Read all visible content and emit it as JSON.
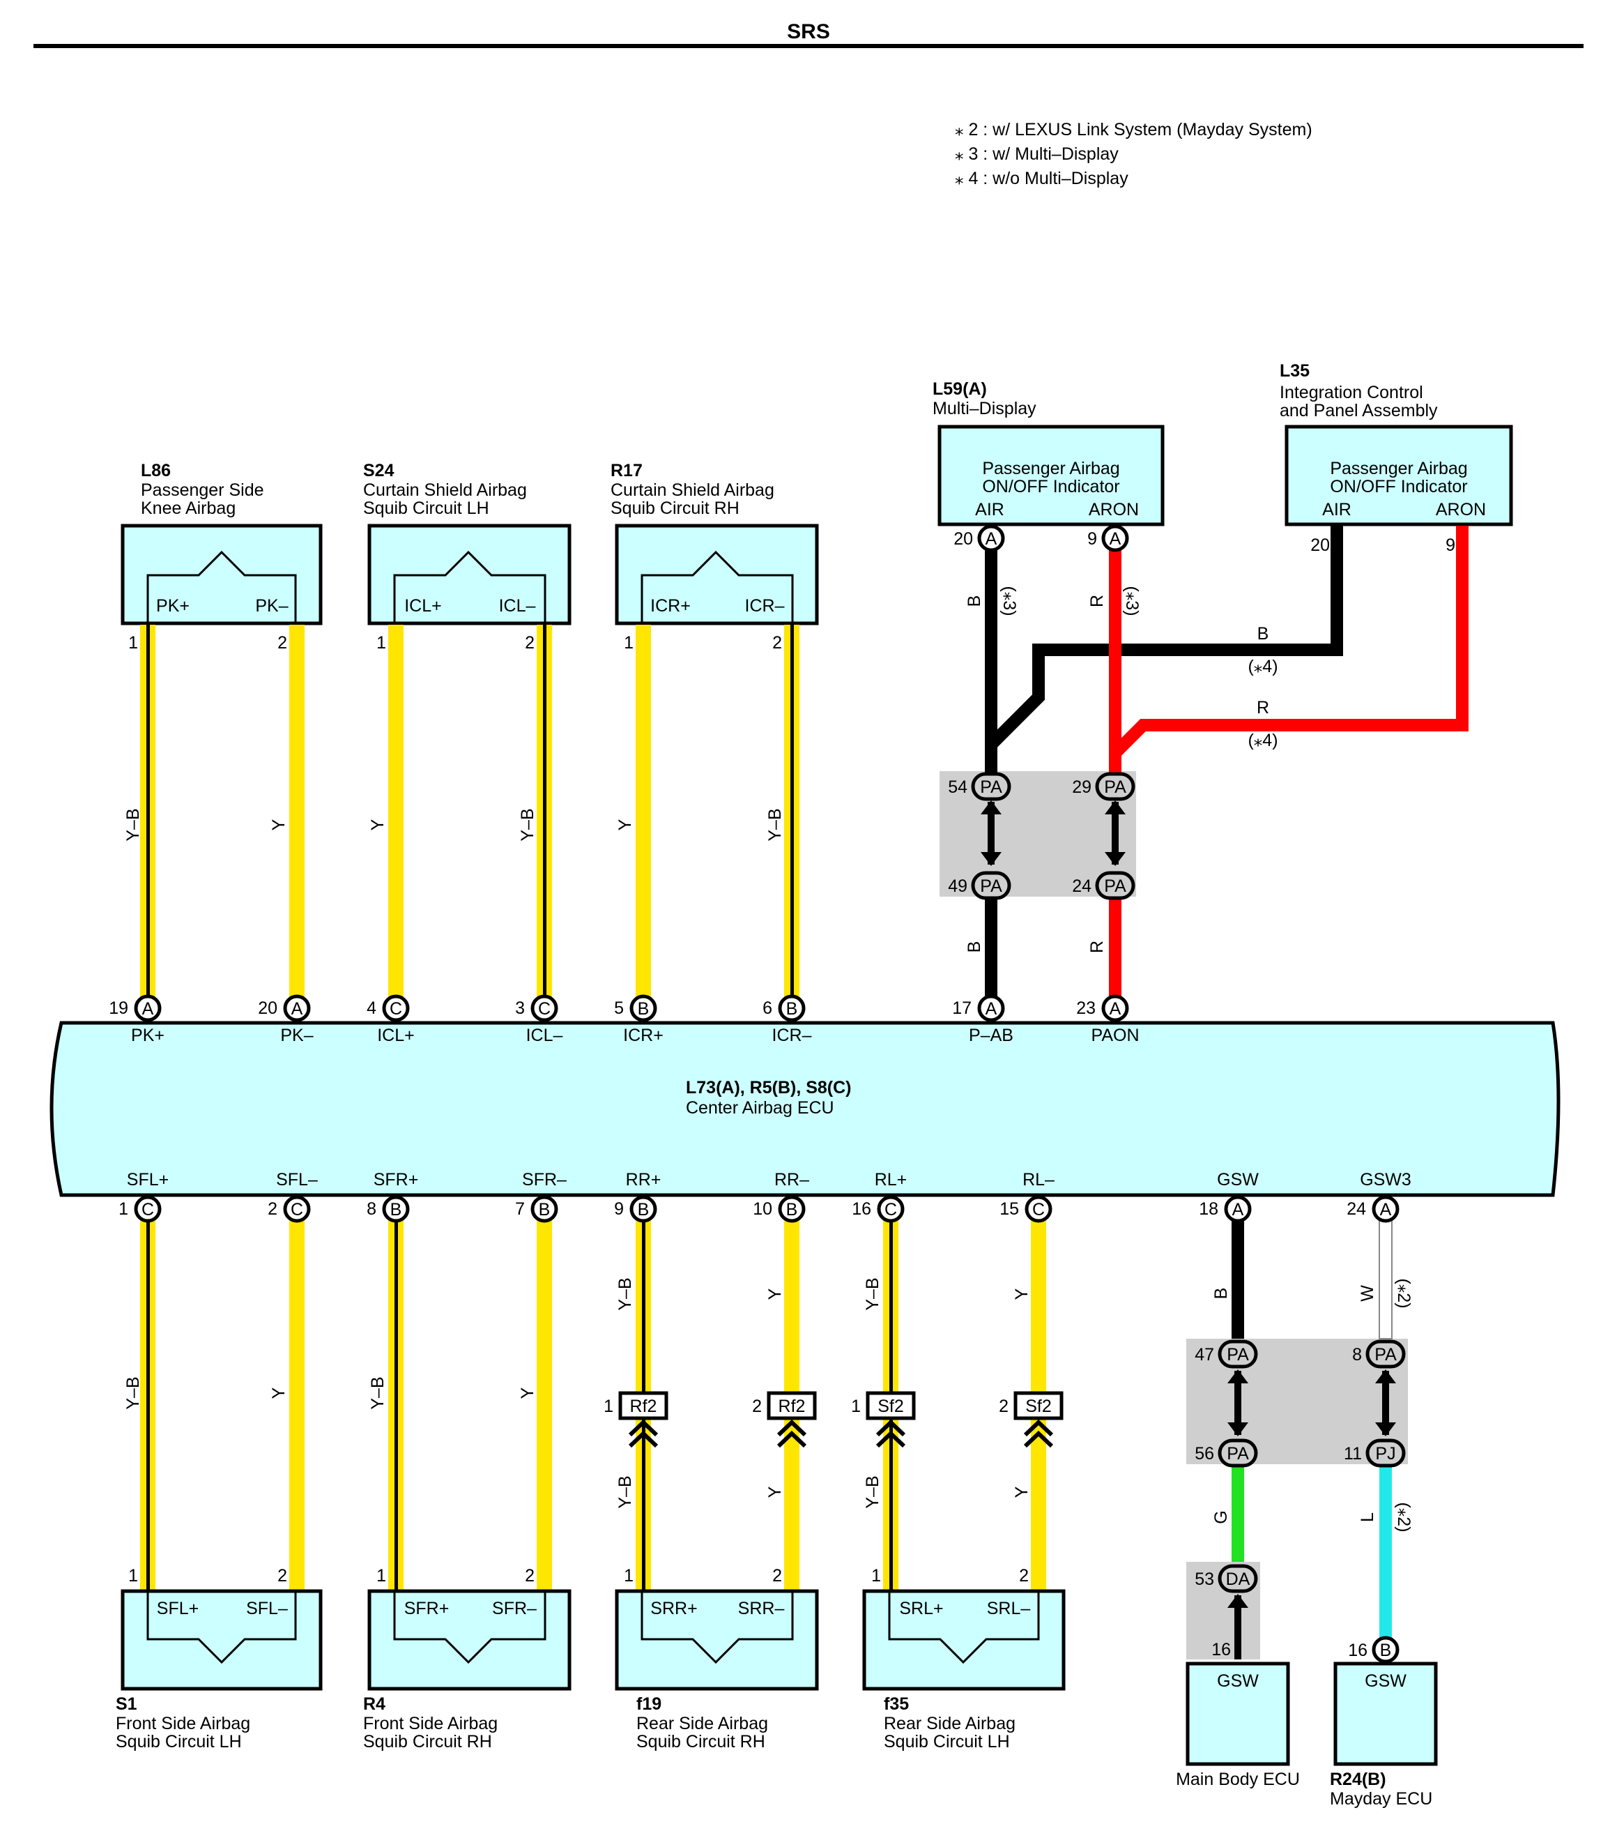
{
  "page": {
    "title": "SRS"
  },
  "notes": [
    "⁎ 2 : w/ LEXUS Link System (Mayday System)",
    "⁎ 3 : w/ Multi–Display",
    "⁎ 4 : w/o Multi–Display"
  ],
  "colors": {
    "Y": "#ffe600",
    "B": "#000000",
    "R": "#ff0000",
    "G": "#22e022",
    "L": "#22e8ec",
    "W": "#ffffff",
    "box": "#ccffff",
    "junction": "#cfcfcf"
  },
  "top_components": {
    "l86": {
      "code": "L86",
      "name1": "Passenger Side",
      "name2": "Knee Airbag",
      "pin_l": "PK+",
      "pin_r": "PK–"
    },
    "s24": {
      "code": "S24",
      "name1": "Curtain Shield Airbag",
      "name2": "Squib Circuit LH",
      "pin_l": "ICL+",
      "pin_r": "ICL–"
    },
    "r17": {
      "code": "R17",
      "name1": "Curtain Shield Airbag",
      "name2": "Squib Circuit RH",
      "pin_l": "ICR+",
      "pin_r": "ICR–"
    },
    "l59": {
      "code": "L59(A)",
      "name1": "Multi–Display",
      "text1": "Passenger Airbag",
      "text2": "ON/OFF Indicator",
      "pin_l": "AIR",
      "pin_r": "ARON"
    },
    "l35": {
      "code": "L35",
      "name1": "Integration Control",
      "name2": "and Panel Assembly",
      "text1": "Passenger Airbag",
      "text2": "ON/OFF Indicator",
      "pin_l": "AIR",
      "pin_r": "ARON"
    }
  },
  "ecu": {
    "name": "L73(A), R5(B), S8(C)",
    "desc": "Center Airbag ECU",
    "top_pins": [
      {
        "label": "PK+",
        "num": "19",
        "conn": "A"
      },
      {
        "label": "PK–",
        "num": "20",
        "conn": "A"
      },
      {
        "label": "ICL+",
        "num": "4",
        "conn": "C"
      },
      {
        "label": "ICL–",
        "num": "3",
        "conn": "C"
      },
      {
        "label": "ICR+",
        "num": "5",
        "conn": "B"
      },
      {
        "label": "ICR–",
        "num": "6",
        "conn": "B"
      },
      {
        "label": "P–AB",
        "num": "17",
        "conn": "A"
      },
      {
        "label": "PAON",
        "num": "23",
        "conn": "A"
      }
    ],
    "bottom_pins": [
      {
        "label": "SFL+",
        "num": "1",
        "conn": "C"
      },
      {
        "label": "SFL–",
        "num": "2",
        "conn": "C"
      },
      {
        "label": "SFR+",
        "num": "8",
        "conn": "B"
      },
      {
        "label": "SFR–",
        "num": "7",
        "conn": "B"
      },
      {
        "label": "RR+",
        "num": "9",
        "conn": "B"
      },
      {
        "label": "RR–",
        "num": "10",
        "conn": "B"
      },
      {
        "label": "RL+",
        "num": "16",
        "conn": "C"
      },
      {
        "label": "RL–",
        "num": "15",
        "conn": "C"
      },
      {
        "label": "GSW",
        "num": "18",
        "conn": "A"
      },
      {
        "label": "GSW3",
        "num": "24",
        "conn": "A"
      }
    ]
  },
  "bottom_components": {
    "s1": {
      "code": "S1",
      "name1": "Front Side Airbag",
      "name2": "Squib Circuit LH",
      "pin_l": "SFL+",
      "pin_r": "SFL–"
    },
    "r4": {
      "code": "R4",
      "name1": "Front Side Airbag",
      "name2": "Squib Circuit RH",
      "pin_l": "SFR+",
      "pin_r": "SFR–"
    },
    "f19": {
      "code": "f19",
      "name1": "Rear Side Airbag",
      "name2": "Squib Circuit RH",
      "pin_l": "SRR+",
      "pin_r": "SRR–"
    },
    "f35": {
      "code": "f35",
      "name1": "Rear Side Airbag",
      "name2": "Squib Circuit LH",
      "pin_l": "SRL+",
      "pin_r": "SRL–"
    },
    "mbe": {
      "name1": "Main Body ECU",
      "pin": "GSW"
    },
    "r24": {
      "code": "R24(B)",
      "name1": "Mayday ECU",
      "pin": "GSW"
    }
  },
  "inline_connectors": {
    "rf2": "Rf2",
    "sf2": "Sf2"
  },
  "junction_codes": {
    "pa": "PA",
    "pj": "PJ",
    "da": "DA"
  },
  "wire_codes": {
    "yb": "Y–B",
    "y": "Y",
    "b": "B",
    "r": "R",
    "w": "W",
    "g": "G",
    "l": "L"
  },
  "pin_numbers": [
    "1",
    "2",
    "8",
    "9",
    "11",
    "16",
    "20",
    "24",
    "29",
    "47",
    "49",
    "53",
    "54",
    "56"
  ],
  "conditions": {
    "c2": "(⁎2)",
    "c3": "(⁎3)",
    "c4": "(⁎4)"
  }
}
